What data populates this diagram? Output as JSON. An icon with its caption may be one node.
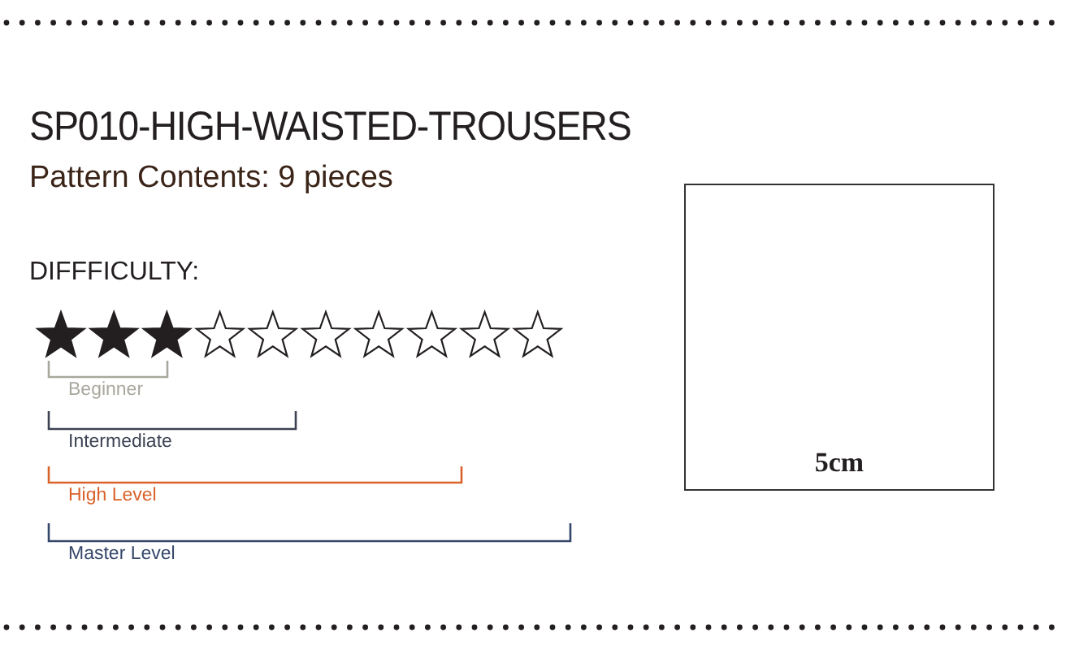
{
  "diagram": {
    "title": "SP010-HIGH-WAISTED-TROUSERS",
    "nodes": [
      {
        "text": [
          "5cm"
        ]
      }
    ],
    "edges": [],
    "labels": [
      "Pattern Contents: 9 pieces",
      "DIFFFICULTY:",
      "Beginner",
      "Intermediate",
      "High Level",
      "Master Level"
    ]
  }
}
